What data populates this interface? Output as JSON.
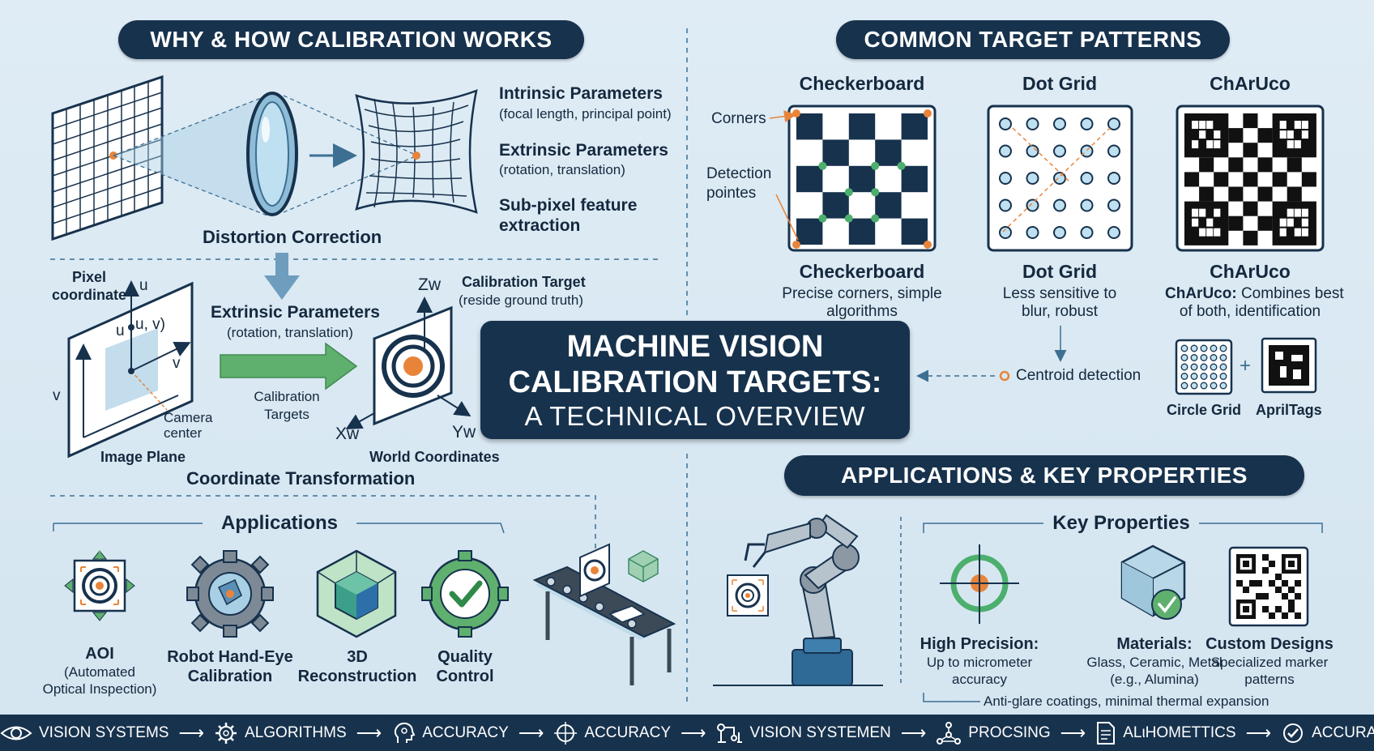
{
  "headers": {
    "why_how": "WHY & HOW CALIBRATION WORKS",
    "patterns": "COMMON TARGET PATTERNS",
    "apps_props": "APPLICATIONS & KEY PROPERTIES"
  },
  "center": {
    "line1": "MACHINE VISION",
    "line2": "CALIBRATION TARGETS:",
    "line3": "A TECHNICAL OVERVIEW"
  },
  "calibration": {
    "intrinsic_title": "Intrinsic Parameters",
    "intrinsic_sub": "(focal length, principal point)",
    "extrinsic_title": "Extrinsic Parameters",
    "extrinsic_sub": "(rotation, translation)",
    "subpixel_line1": "Sub-pixel feature",
    "subpixel_line2": "extraction",
    "distortion": "Distortion Correction",
    "pixel_coord_line1": "Pixel",
    "pixel_coord_line2": "coordinate",
    "axis_u_top": "u",
    "axis_u_left": "u",
    "point_uv": "u, v)",
    "axis_v_right": "v",
    "axis_v_left": "v",
    "camera_center_line1": "Camera",
    "camera_center_line2": "center",
    "image_plane": "Image Plane",
    "extrinsic2_title": "Extrinsic Parameters",
    "extrinsic2_sub": "(rotation, translation)",
    "calib_targets_line1": "Calibration",
    "calib_targets_line2": "Targets",
    "target_title": "Calibration Target",
    "target_sub": "(reside ground truth)",
    "axis_zw": "Zw",
    "axis_xw": "Xw",
    "axis_yw": "Yw",
    "world_coords": "World Coordinates",
    "coord_transform": "Coordinate Transformation"
  },
  "patterns": {
    "checkerboard_top": "Checkerboard",
    "dotgrid_top": "Dot Grid",
    "charuco_top": "ChArUco",
    "corners": "Corners",
    "detection_line1": "Detection",
    "detection_line2": "pointes",
    "checkerboard_name": "Checkerboard",
    "checkerboard_desc1": "Precise corners, simple",
    "checkerboard_desc2": "algorithms",
    "dotgrid_name": "Dot Grid",
    "dotgrid_desc1": "Less sensitive to",
    "dotgrid_desc2": "blur, robust",
    "charuco_name": "ChArUco",
    "charuco_desc_bold": "ChArUco:",
    "charuco_desc1": "Combines best",
    "charuco_desc2": "of both, identification",
    "centroid": "Centroid detection",
    "circle_grid": "Circle Grid",
    "plus": "+",
    "apriltags": "AprilTags"
  },
  "applications": {
    "title": "Applications",
    "aoi": "AOI",
    "aoi_sub1": "(Automated",
    "aoi_sub2": "Optical Inspection)",
    "robot_line1": "Robot Hand-Eye",
    "robot_line2": "Calibration",
    "recon_line1": "3D",
    "recon_line2": "Reconstruction",
    "qc_line1": "Quality",
    "qc_line2": "Control"
  },
  "properties": {
    "title": "Key Properties",
    "precision_title": "High Precision:",
    "precision_sub1": "Up to micrometer",
    "precision_sub2": "accuracy",
    "materials_title": "Materials:",
    "materials_sub1": "Glass, Ceramic, Metal",
    "materials_sub2": "(e.g., Alumina)",
    "custom_title": "Custom Designs",
    "custom_sub1": "Specialized marker",
    "custom_sub2": "patterns",
    "coatings": "Anti-glare coatings, minimal thermal expansion"
  },
  "footer": [
    {
      "label": "VISION SYSTEMS",
      "icon": "eye-icon"
    },
    {
      "label": "ALGORITHMS",
      "icon": "gear-icon"
    },
    {
      "label": "ACCURACY",
      "icon": "head-icon"
    },
    {
      "label": "ACCURACY",
      "icon": "crosshair-icon"
    },
    {
      "label": "VISION SYSTEMEN",
      "icon": "robot-arm-icon"
    },
    {
      "label": "PROCSING",
      "icon": "network-icon"
    },
    {
      "label": "ALιHOMETTICS",
      "icon": "document-icon"
    },
    {
      "label": "ACCURACY",
      "icon": "check-circle-icon"
    }
  ],
  "colors": {
    "navy": "#17324d",
    "orange": "#e8843a",
    "green": "#4caf6d",
    "light_blue": "#a9cfe4",
    "background": "#dbe9f3"
  }
}
